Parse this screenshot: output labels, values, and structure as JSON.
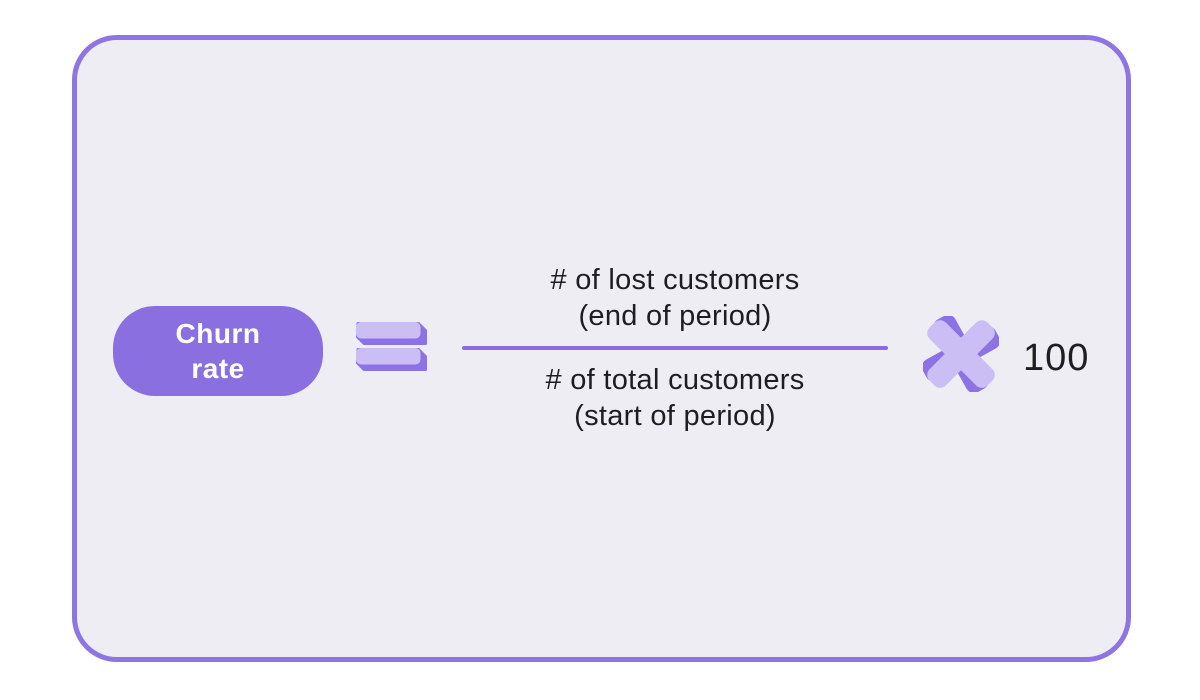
{
  "colors": {
    "page_background": "#ffffff",
    "card_background": "#EEEDF3",
    "card_border": "#8F74E3",
    "badge_background": "#8A6FE0",
    "badge_text": "#ffffff",
    "text": "#1E1E21",
    "icon_light": "#CBBEF5",
    "icon_dark": "#8C72E4",
    "fraction_bar": "#8A6BE0"
  },
  "formula": {
    "term": {
      "line1": "Churn",
      "line2": "rate"
    },
    "equals_icon": "equals-3d-icon",
    "numerator": {
      "line1": "# of lost customers",
      "line2": "(end of period)"
    },
    "denominator": {
      "line1": "# of total customers",
      "line2": "(start of period)"
    },
    "multiply_icon": "multiply-3d-icon",
    "multiplier": "100"
  }
}
